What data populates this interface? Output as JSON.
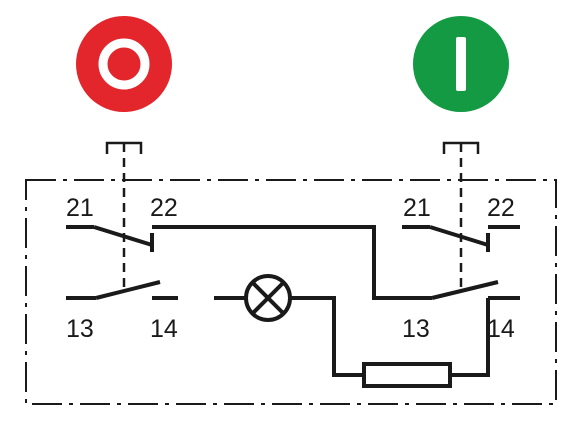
{
  "buttons": {
    "stop": {
      "symbol": "O",
      "color": "#e3262b",
      "symbol_color": "#ffffff"
    },
    "start": {
      "symbol": "I",
      "color": "#139a43",
      "symbol_color": "#ffffff"
    }
  },
  "terminals": {
    "left_nc_in": "21",
    "left_nc_out": "22",
    "right_nc_in": "21",
    "right_nc_out": "22",
    "left_no_in": "13",
    "left_no_out": "14",
    "right_no_in": "13",
    "right_no_out": "14"
  },
  "line_color": "#1a1a1a"
}
